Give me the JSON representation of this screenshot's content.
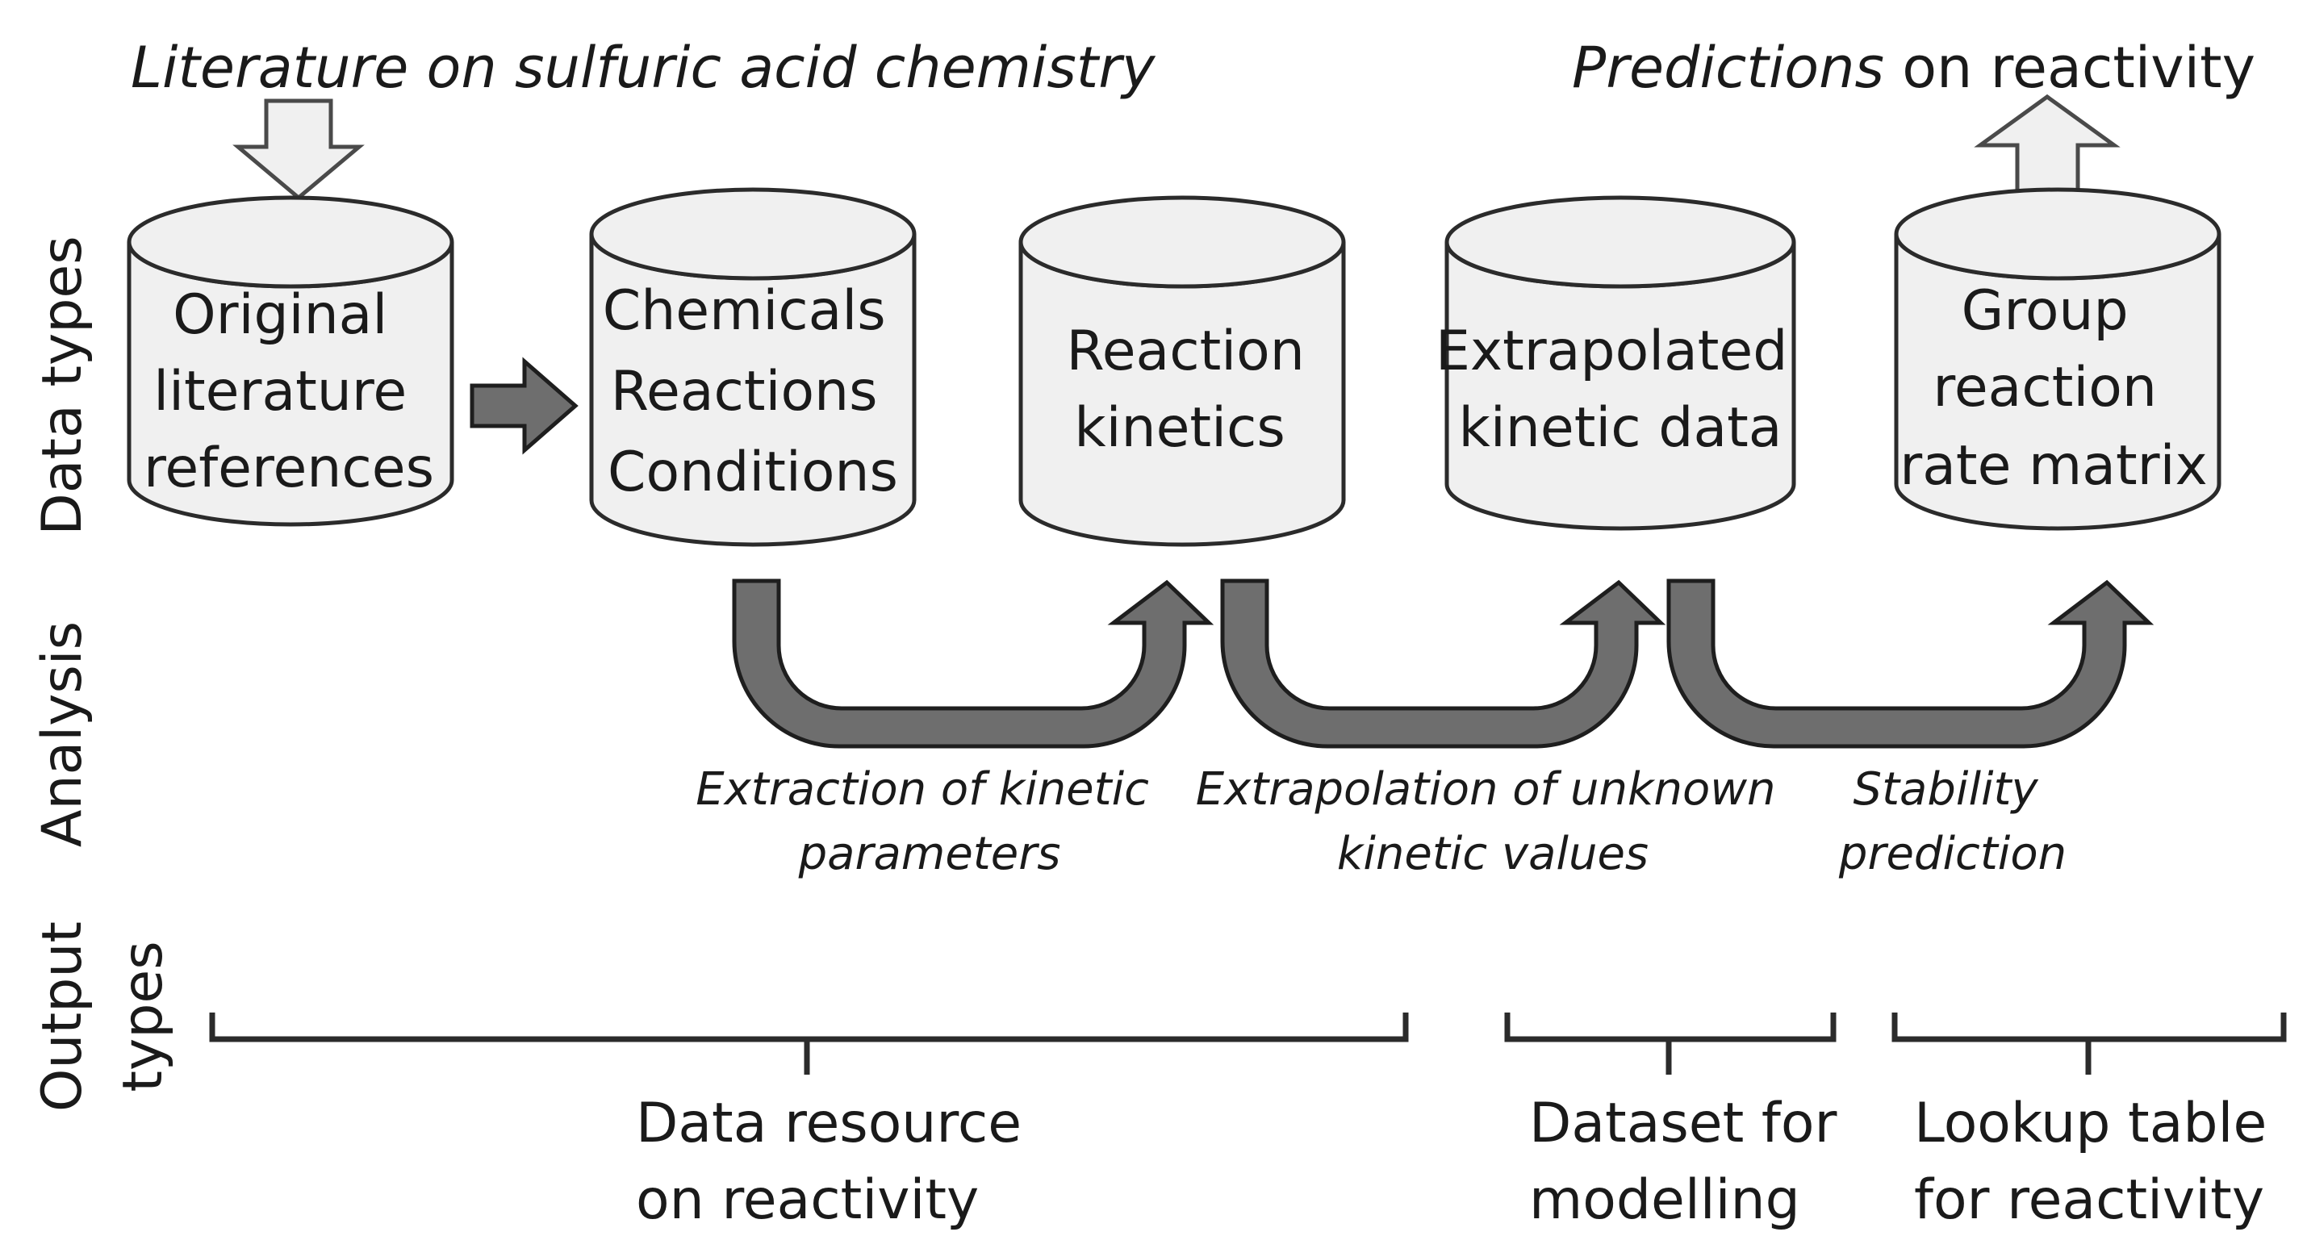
{
  "input_label": {
    "line1": "Literature on sulfuric acid chemistry"
  },
  "output_label": {
    "emph": "Predictions",
    "rest": " on reactivity"
  },
  "row_labels": {
    "data_types": "Data types",
    "analysis": "Analysis",
    "output_types_line1": "Output",
    "output_types_line2": "types"
  },
  "stores": [
    {
      "lines": [
        "Original",
        "literature",
        "references"
      ]
    },
    {
      "lines": [
        "Chemicals",
        "Reactions",
        "Conditions"
      ]
    },
    {
      "lines": [
        "Reaction",
        "kinetics"
      ]
    },
    {
      "lines": [
        "Extrapolated",
        "kinetic data"
      ]
    },
    {
      "lines": [
        "Group",
        "reaction",
        "rate matrix"
      ]
    }
  ],
  "analyses": [
    {
      "lines": [
        "Extraction of kinetic",
        "parameters"
      ]
    },
    {
      "lines": [
        "Extrapolation of unknown",
        "kinetic values"
      ]
    },
    {
      "lines": [
        "Stability",
        "prediction"
      ]
    }
  ],
  "outputs": [
    {
      "lines": [
        "Data resource",
        "on reactivity"
      ]
    },
    {
      "lines": [
        "Dataset for",
        "modelling"
      ]
    },
    {
      "lines": [
        "Lookup table",
        "for reactivity"
      ]
    }
  ]
}
